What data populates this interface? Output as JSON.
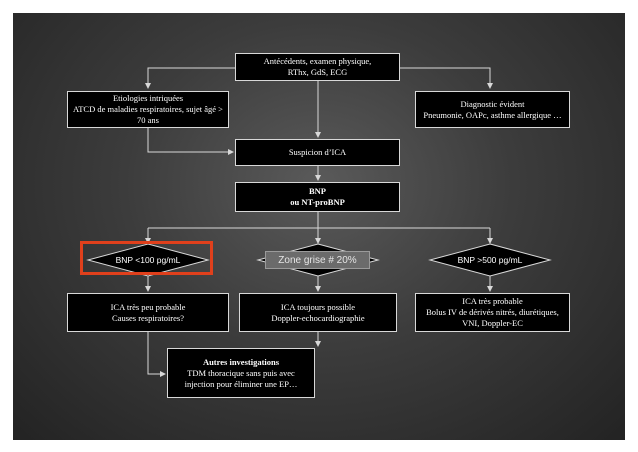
{
  "boxes": {
    "antecedents": {
      "line1": "Antécédents, examen physique,",
      "line2": "RThx, GdS, ECG"
    },
    "etiologies": {
      "line1": "Etiologies intriquées",
      "line2": "ATCD de maladies respiratoires, sujet âgé >",
      "line3": "70 ans"
    },
    "diagnostic": {
      "line1": "Diagnostic évident",
      "line2": "Pneumonie, OAPc, asthme allergique …"
    },
    "suspicion": {
      "line1": "Suspicion d’ICA"
    },
    "bnp": {
      "line1": "BNP",
      "line2": "ou NT-proBNP"
    },
    "ica_peu": {
      "line1": "ICA très peu probable",
      "line2": "Causes respiratoires?"
    },
    "ica_possible": {
      "line1": "ICA toujours possible",
      "line2": "Doppler-echocardiographie"
    },
    "ica_probable": {
      "line1": "ICA très probable",
      "line2": "Bolus IV de dérivés nitrés, diurétiques,",
      "line3": "VNI, Doppler-EC"
    },
    "autres": {
      "line1": "Autres investigations",
      "line2": "TDM thoracique sans puis avec",
      "line3": "injection pour éliminer une EP…"
    }
  },
  "decisions": {
    "low": "BNP <100 pg/mL",
    "zone": "Zone grise # 20%",
    "high": "BNP >500 pg/mL"
  },
  "colors": {
    "highlight": "#e0401c",
    "box_fill": "#000000",
    "zone_fill": "#6b6b6b"
  }
}
